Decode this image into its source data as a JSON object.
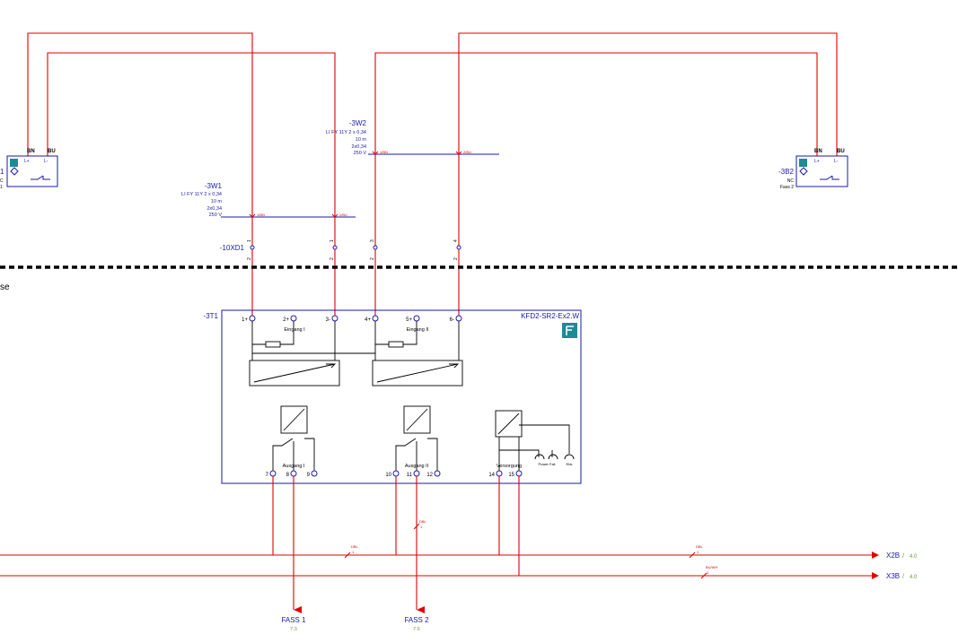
{
  "colors": {
    "wire": "#e00000",
    "blue": "#1a1aa8",
    "black": "#000000",
    "teal": "#1e8a96",
    "green_ref": "#6b9a3a",
    "dashed": "#000000"
  },
  "sensor_left": {
    "tag_fragment": "1",
    "nc": "C",
    "sub": "1",
    "bn": "BN",
    "bu": "BU",
    "lplus": "L+",
    "lminus": "L-",
    "icon": "pepperl-fuchs-logo-icon"
  },
  "sensor_right": {
    "tag": "-3B2",
    "nc": "NC",
    "sub": "Fass 2",
    "bn": "BN",
    "bu": "BU",
    "lplus": "L+",
    "lminus": "L-",
    "icon": "pepperl-fuchs-logo-icon"
  },
  "cable_w1": {
    "tag": "-3W1",
    "type": "LI FY 11Y 2 x 0,34",
    "length": "10 m",
    "cross": "2x0,34",
    "voltage": "250 V",
    "core1": "1/BN",
    "core2": "2/BU"
  },
  "cable_w2": {
    "tag": "-3W2",
    "type": "LI FY 11Y 2 x 0,34",
    "length": "10 m",
    "cross": "2x0,34",
    "voltage": "250 V",
    "core1": "1/BN",
    "core2": "2/BU"
  },
  "terminal_strip": {
    "tag": "-10XD1",
    "terminals": [
      {
        "top": "1",
        "bottom": "1",
        "side": "2"
      },
      {
        "top": "2",
        "bottom": "1",
        "side": "2"
      },
      {
        "top": "3",
        "bottom": "1",
        "side": "2"
      },
      {
        "top": "4",
        "bottom": "1",
        "side": "2"
      }
    ]
  },
  "area_label_fragment": "se",
  "module": {
    "tag": "-3T1",
    "type": "KFD2-SR2-Ex2.W",
    "icon": "pepperl-fuchs-logo-icon",
    "top_pins": [
      "1+",
      "2+",
      "3-",
      "4+",
      "5+",
      "6-"
    ],
    "eingang1": "Eingang I",
    "eingang2": "Eingang II",
    "ausgang1": "Ausgang I",
    "ausgang2": "Ausgang II",
    "versorgung": "Versorgung",
    "power_fail": "Power Fail",
    "ebk": "Ebk",
    "bottom_pins": [
      "7",
      "8",
      "9",
      "10",
      "11",
      "12",
      "14",
      "15"
    ]
  },
  "wire_labels": {
    "dbl_a": "DBL",
    "dbl_a_n": "1",
    "dbl_b": "DBL",
    "dbl_b_n": "1",
    "dbl_c": "DBL",
    "dbl_c_n": "1",
    "buwh": "BU/WH",
    "buwh_n": "1"
  },
  "outputs": {
    "x2b": "X2B",
    "x2b_sep": "/",
    "x2b_ref": "4.0",
    "x3b": "X3B",
    "x3b_sep": "/",
    "x3b_ref": "4.0",
    "fass1": "FASS 1",
    "fass1_ref": "7.3",
    "fass2": "FASS 2",
    "fass2_ref": "7.5"
  }
}
